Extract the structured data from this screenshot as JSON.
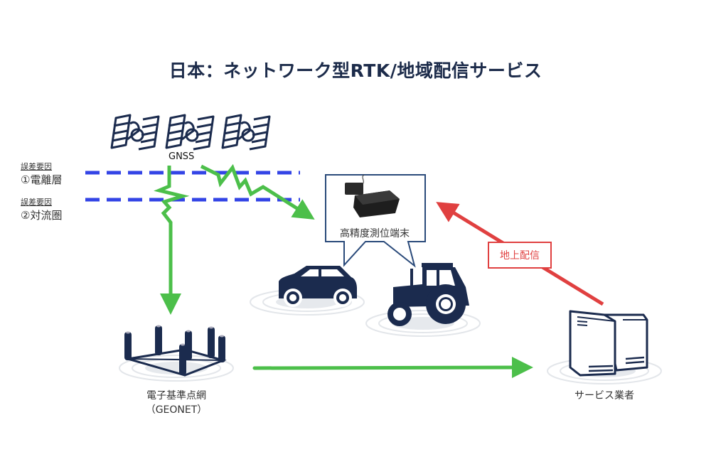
{
  "title": "日本：ネットワーク型RTK/地域配信サービス",
  "gnss": {
    "label": "GNSS",
    "satellite_count": 3
  },
  "error_factors": [
    {
      "caption": "誤差要因",
      "name": "①電離層"
    },
    {
      "caption": "誤差要因",
      "name": "②対流圏"
    }
  ],
  "receiver": {
    "label": "高精度測位端末"
  },
  "vehicles": [
    "car",
    "tractor"
  ],
  "geonet": {
    "label_line1": "電子基準点網",
    "label_line2": "（GEONET）"
  },
  "service_provider": {
    "label": "サービス業者"
  },
  "ground_delivery": {
    "label": "地上配信"
  },
  "colors": {
    "title": "#1c2b4a",
    "icon_navy": "#1b2b4e",
    "signal_green": "#4cbf4a",
    "layer_blue": "#3344e6",
    "delivery_red": "#e04040",
    "ripple_gray": "#e3e6ea"
  }
}
